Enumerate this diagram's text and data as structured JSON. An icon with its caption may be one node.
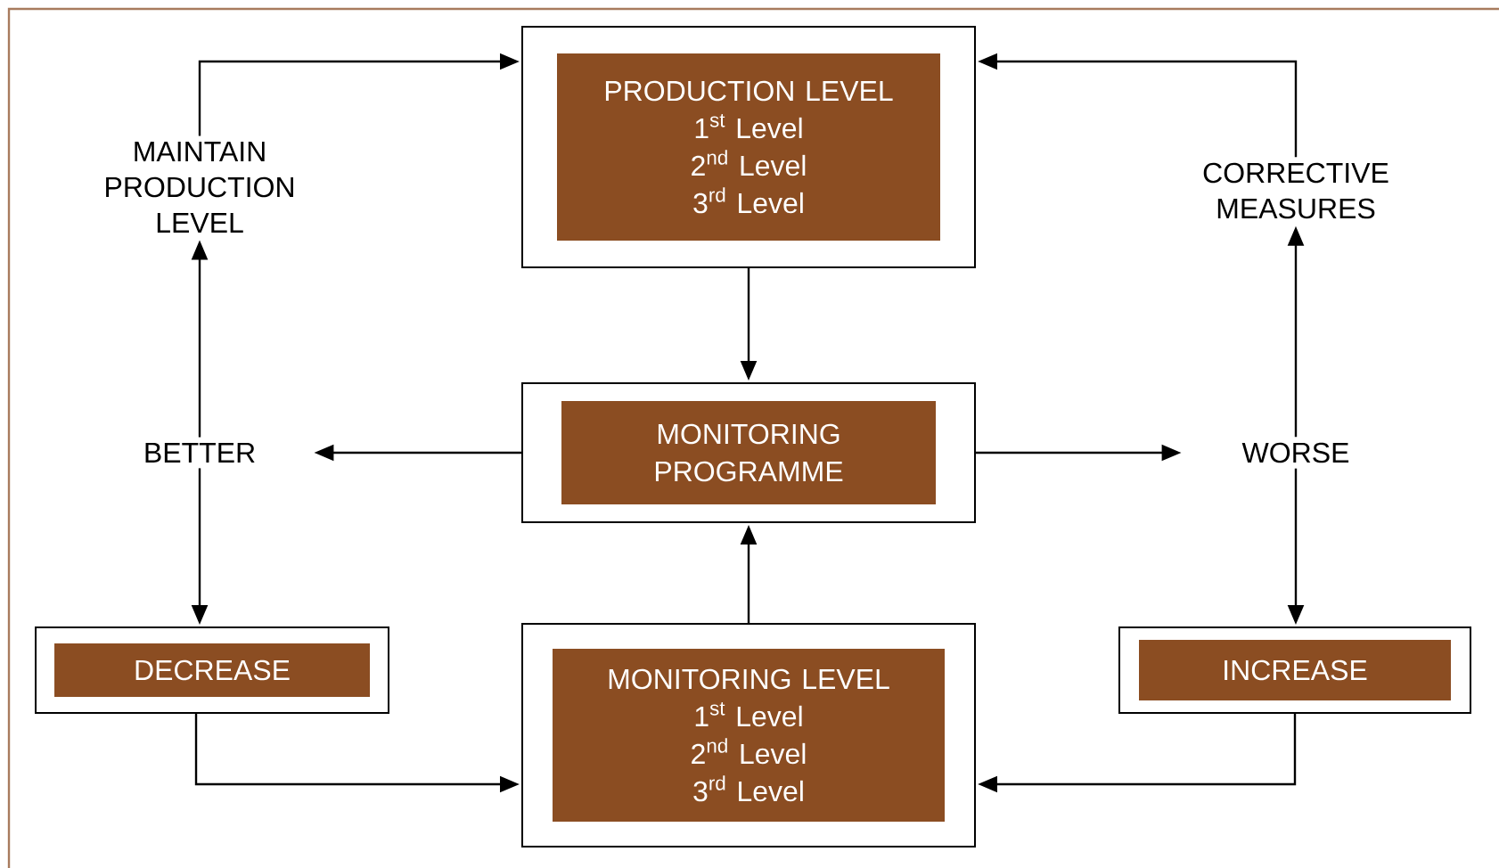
{
  "diagram": {
    "nodes": [
      {
        "text": [
          "PRODUCTION LEVEL",
          "1$^{st}$ Level",
          "2$^{nd}$ Level",
          "3$^{rd}$ Level"
        ]
      },
      {
        "text": [
          "MONITORING PROGRAMME"
        ]
      },
      {
        "text": [
          "MONITORING LEVEL",
          "1$^{st}$ Level",
          "2$^{nd}$ Level",
          "3$^{rd}$ Level"
        ]
      },
      {
        "text": [
          "BETTER"
        ]
      },
      {
        "text": [
          "WORSE"
        ]
      },
      {
        "text": [
          "MAINTAIN PRODUCTION LEVEL"
        ]
      },
      {
        "text": [
          "CORRECTIVE MEASURES"
        ]
      },
      {
        "text": [
          "DECREASE"
        ]
      },
      {
        "text": [
          "INCREASE"
        ]
      }
    ],
    "edges": [
      {
        "from": 0,
        "to": 1,
        "arrow": "to"
      },
      {
        "from": 2,
        "to": 1,
        "arrow": "to"
      },
      {
        "from": 1,
        "to": 3,
        "arrow": "to"
      },
      {
        "from": 1,
        "to": 4,
        "arrow": "to"
      },
      {
        "from": 3,
        "to": 5,
        "arrow": "to"
      },
      {
        "from": 5,
        "to": 0,
        "arrow": "to"
      },
      {
        "from": 4,
        "to": 6,
        "arrow": "to"
      },
      {
        "from": 6,
        "to": 0,
        "arrow": "to"
      },
      {
        "from": 3,
        "to": 7,
        "arrow": "to"
      },
      {
        "from": 4,
        "to": 8,
        "arrow": "to"
      },
      {
        "from": 7,
        "to": 2,
        "arrow": "to"
      },
      {
        "from": 8,
        "to": 2,
        "arrow": "to"
      }
    ]
  }
}
